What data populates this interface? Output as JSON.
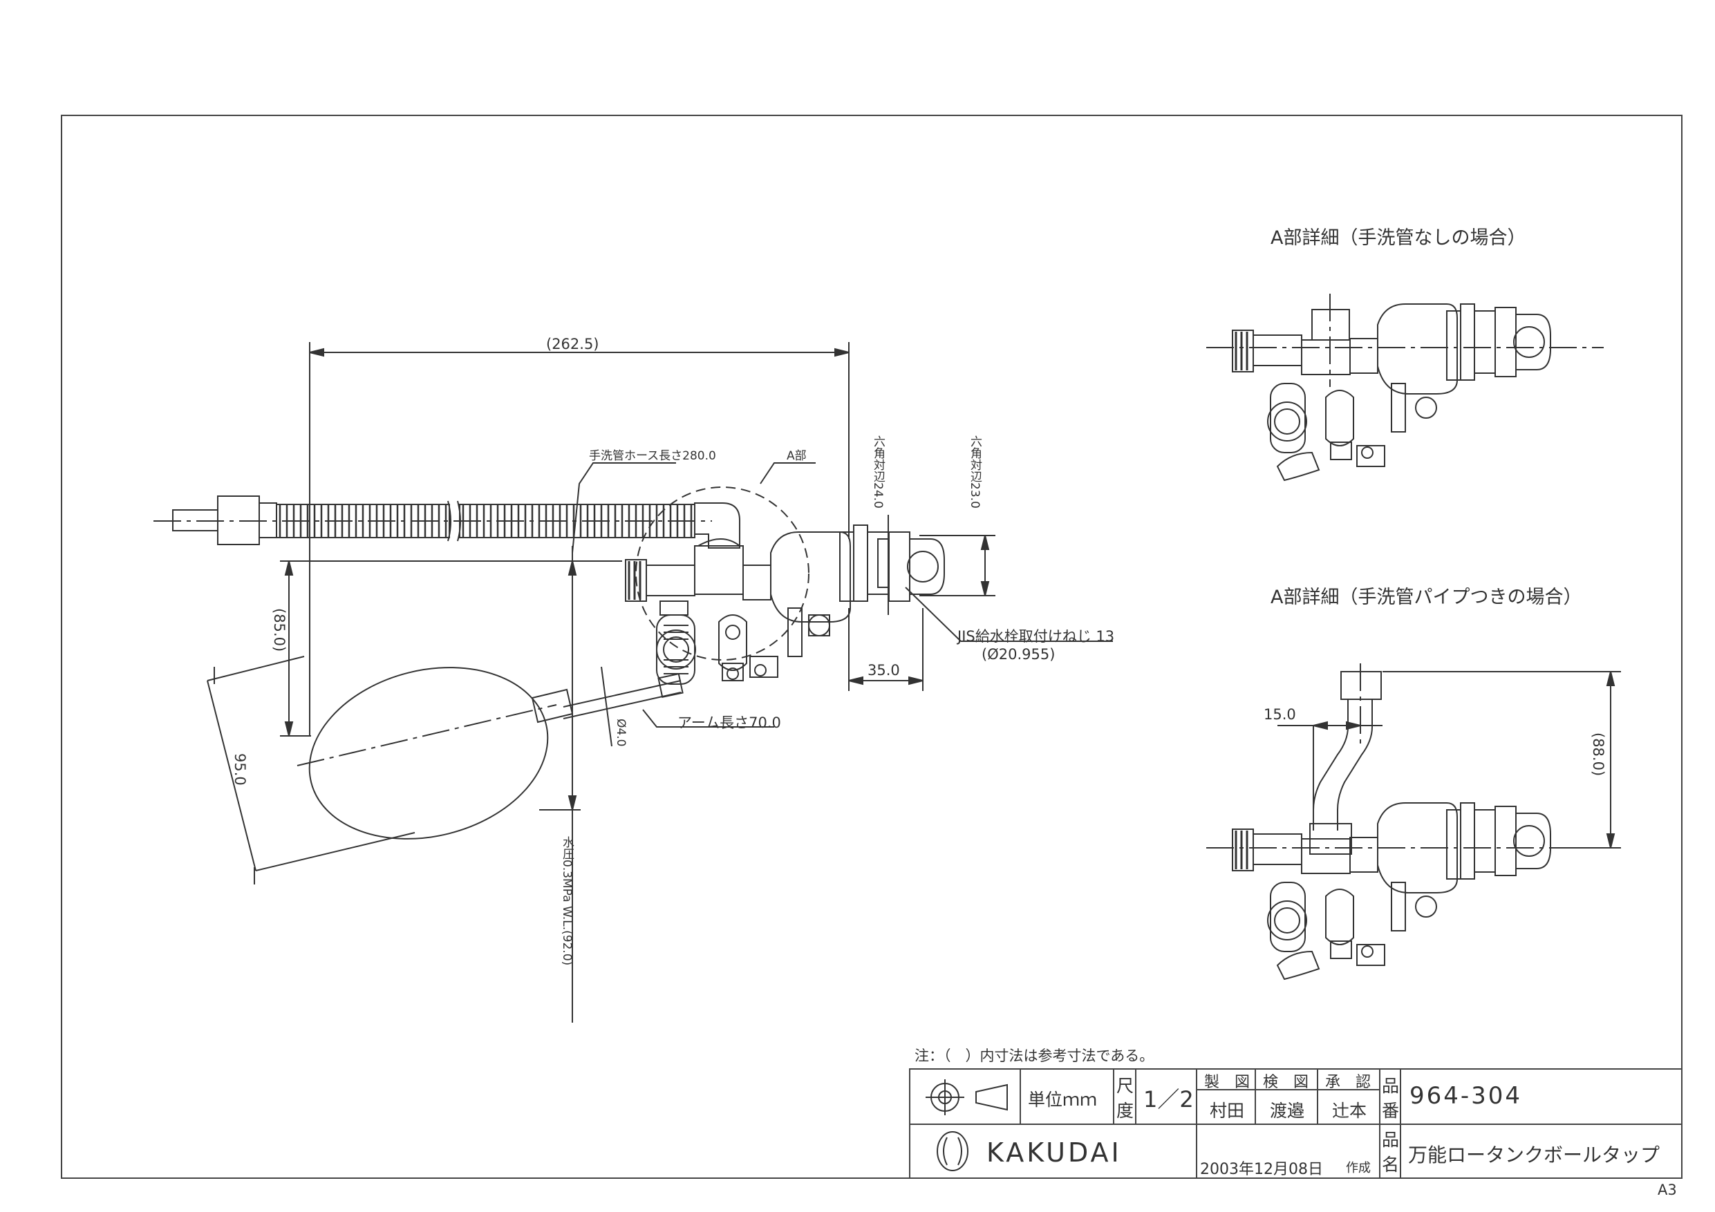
{
  "sheet": {
    "size_label": "A3"
  },
  "detail_views": {
    "detail_a_no_pipe": "A部詳細（手洗管なしの場合）",
    "detail_a_with_pipe": "A部詳細（手洗管パイプつきの場合）"
  },
  "dimensions": {
    "overall_length": "(262.5)",
    "hose_length": "手洗管ホース長さ280.0",
    "part_a": "A部",
    "hex_across_flats_1": "六角対辺24.0",
    "hex_across_flats_2": "六角対辺23.0",
    "jis_thread": "JIS給水栓取付けねじ 13",
    "jis_thread_dia": "(Ø20.955)",
    "offset_35": "35.0",
    "height_85": "(85.0)",
    "arm_dia": "Ø4.0",
    "arm_length": "アーム長さ70.0",
    "float_dia": "95.0",
    "water_level": "水圧0.3MPa W.L.(92.0)",
    "offset_15": "15.0",
    "height_88": "(88.0)"
  },
  "notes": {
    "reference_note": "注：（　）内寸法は参考寸法である。"
  },
  "title_block": {
    "unit_label": "単位ｍｍ",
    "scale_label_1": "尺",
    "scale_label_2": "度",
    "scale_value": "1／2",
    "drawn_header": "製　図",
    "checked_header": "検　図",
    "approved_header": "承　認",
    "drawn_by": "村田",
    "checked_by": "渡邉",
    "approved_by": "辻本",
    "part_no_label_1": "品",
    "part_no_label_2": "番",
    "part_no": "964-304",
    "name_label_1": "品",
    "name_label_2": "名",
    "part_name": "万能ロータンクボールタップ",
    "date": "2003年12月08日",
    "made_label": "作成",
    "company_logo_text": "KAKUDAI"
  }
}
